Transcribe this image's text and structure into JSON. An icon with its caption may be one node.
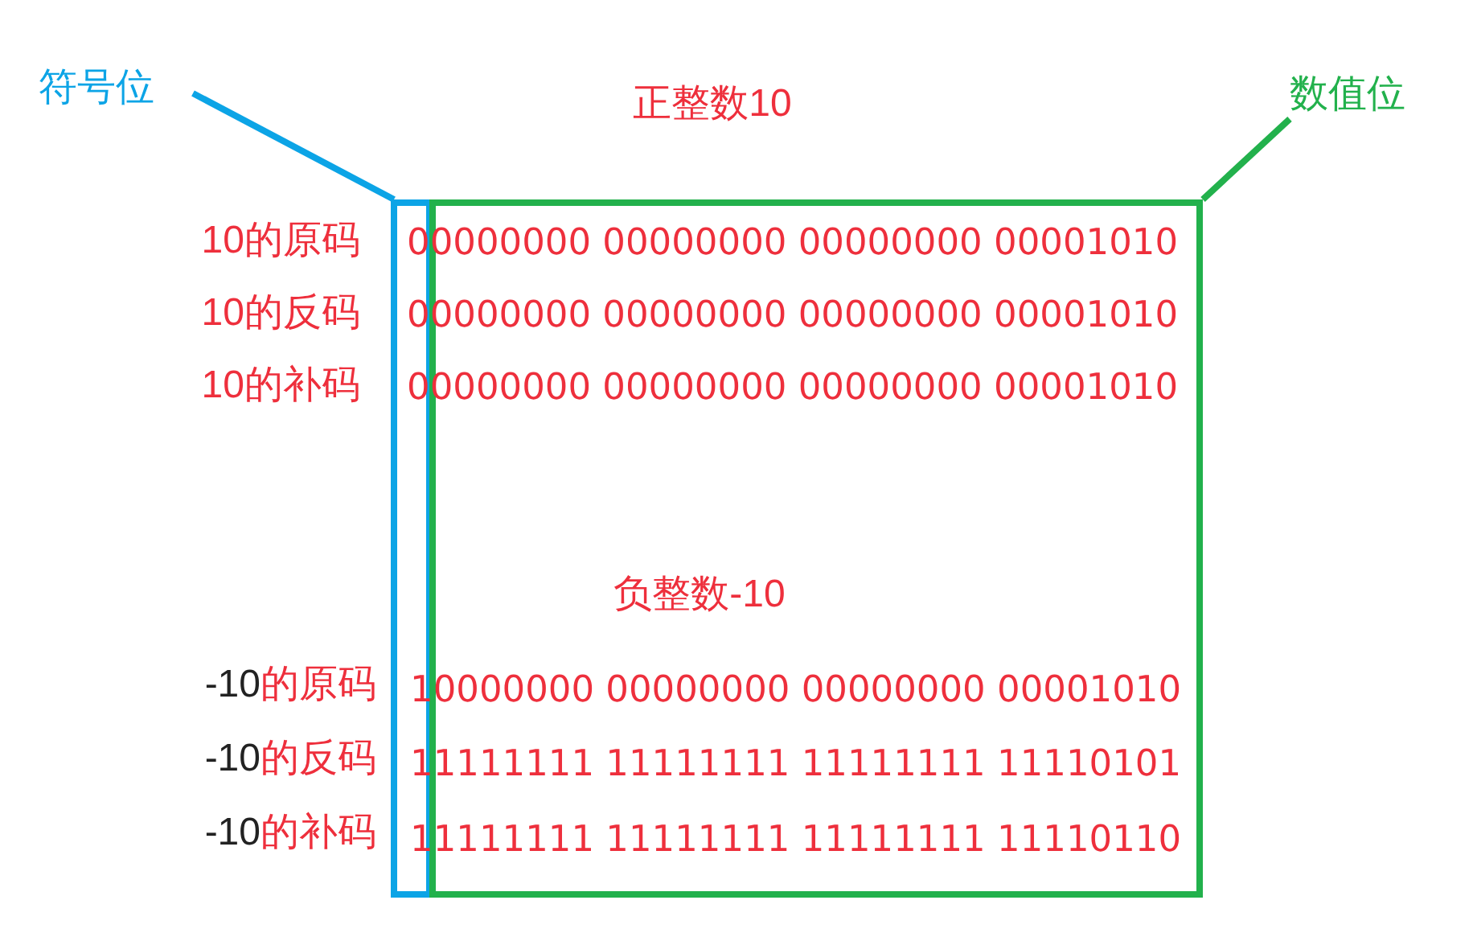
{
  "diagram": {
    "nodes": [
      {
        "text": [
          "符号位"
        ]
      },
      {
        "text": [
          "数值位"
        ]
      },
      {
        "text": [],
        "shape": "box"
      },
      {
        "text": [],
        "shape": "box"
      }
    ],
    "edges": [
      {
        "from": 0,
        "to": 2,
        "arrow": "none",
        "color": "#0ca4e6"
      },
      {
        "from": 1,
        "to": 3,
        "arrow": "none",
        "color": "#22b14c"
      }
    ],
    "labels": [
      "正整数10",
      "10的原码",
      "00000000 00000000 00000000 00001010",
      "10的反码",
      "00000000 00000000 00000000 00001010",
      "10的补码",
      "00000000 00000000 00000000 00001010",
      "负整数-10",
      "-10",
      "的原码",
      "10000000 00000000 00000000 00001010",
      "-10",
      "的反码",
      "11111111 11111111 11111111 11110101",
      "-10",
      "的补码",
      "11111111 11111111 11111111 11110110"
    ]
  }
}
